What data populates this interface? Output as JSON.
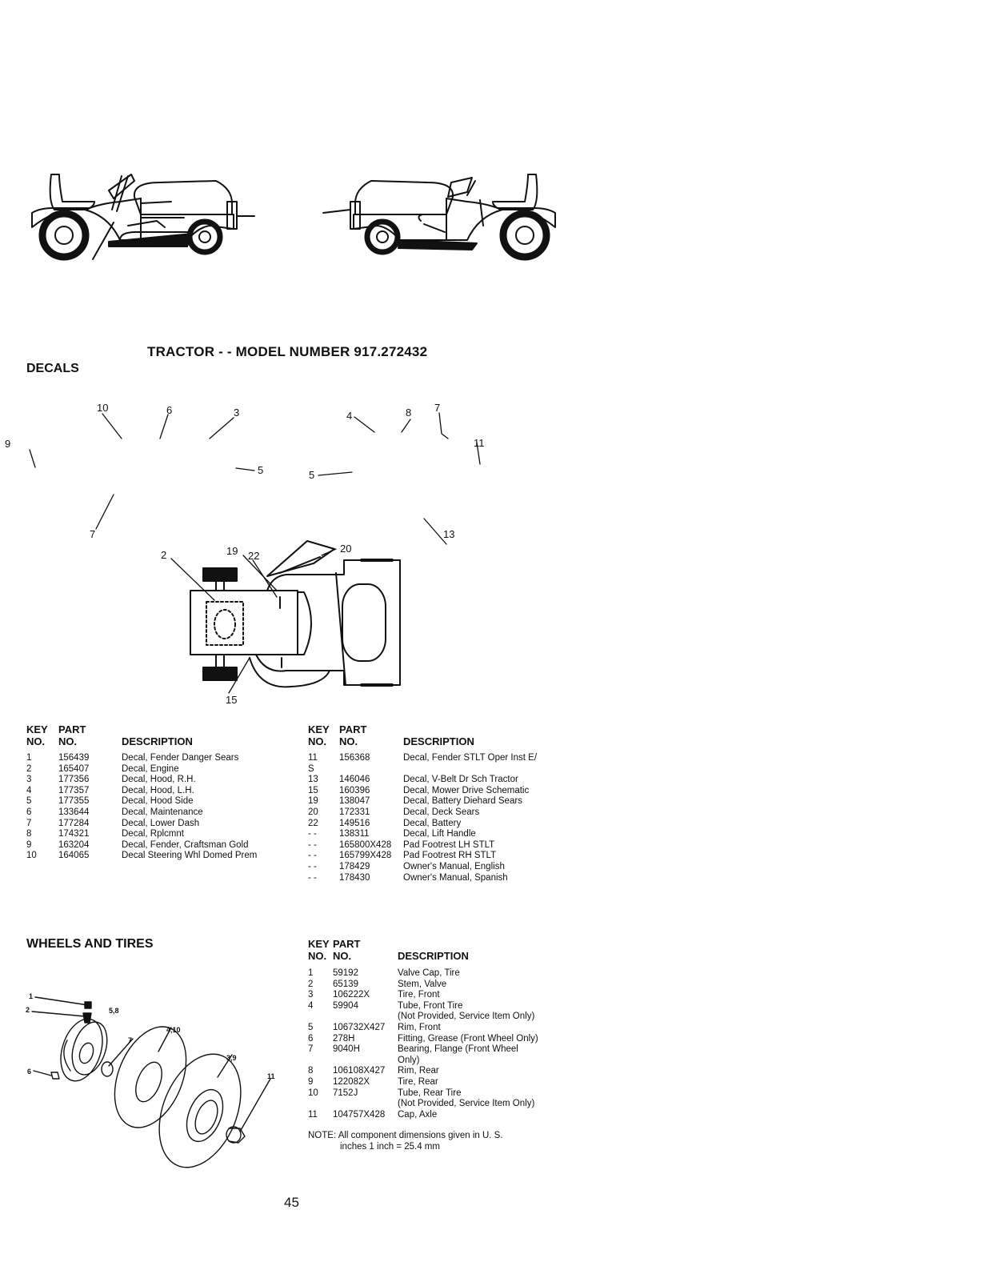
{
  "page": {
    "title": "TRACTOR - - MODEL NUMBER 917.272432",
    "page_number": "45"
  },
  "decals": {
    "section_title": "DECALS",
    "callouts": {
      "c10": "10",
      "c6": "6",
      "c3": "3",
      "c9": "9",
      "c5a": "5",
      "c7a": "7",
      "c4": "4",
      "c8": "8",
      "c7b": "7",
      "c11": "11",
      "c5b": "5",
      "c13": "13",
      "c19": "19",
      "c22": "22",
      "c20": "20",
      "c2": "2",
      "c15": "15"
    },
    "left_table": {
      "header": {
        "key_top": "KEY",
        "part_top": "PART",
        "key": "NO.",
        "part": "NO.",
        "desc": "DESCRIPTION"
      },
      "rows": [
        {
          "key": "1",
          "part": "156439",
          "desc": "Decal, Fender Danger Sears"
        },
        {
          "key": "2",
          "part": "165407",
          "desc": "Decal, Engine"
        },
        {
          "key": "3",
          "part": "177356",
          "desc": "Decal, Hood, R.H."
        },
        {
          "key": "4",
          "part": "177357",
          "desc": "Decal, Hood, L.H."
        },
        {
          "key": "5",
          "part": "177355",
          "desc": "Decal, Hood Side"
        },
        {
          "key": "6",
          "part": "133644",
          "desc": "Decal, Maintenance"
        },
        {
          "key": "7",
          "part": "177284",
          "desc": "Decal, Lower Dash"
        },
        {
          "key": "8",
          "part": "174321",
          "desc": "Decal, Rplcmnt"
        },
        {
          "key": "9",
          "part": "163204",
          "desc": "Decal, Fender, Craftsman Gold"
        },
        {
          "key": "10",
          "part": "164065",
          "desc": "Decal Steering Whl Domed Prem"
        }
      ]
    },
    "right_table": {
      "header": {
        "key_top": "KEY",
        "part_top": "PART",
        "key": "NO.",
        "part": "NO.",
        "desc": "DESCRIPTION"
      },
      "rows": [
        {
          "key": "11",
          "part": "156368",
          "desc": "Decal, Fender STLT Oper Inst E/"
        },
        {
          "key": "S",
          "part": "",
          "desc": ""
        },
        {
          "key": "13",
          "part": "146046",
          "desc": "Decal, V-Belt Dr Sch Tractor"
        },
        {
          "key": "15",
          "part": "160396",
          "desc": "Decal, Mower Drive Schematic"
        },
        {
          "key": "19",
          "part": "138047",
          "desc": "Decal, Battery Diehard Sears"
        },
        {
          "key": "20",
          "part": "172331",
          "desc": "Decal, Deck Sears"
        },
        {
          "key": "22",
          "part": "149516",
          "desc": "Decal, Battery"
        },
        {
          "key": "- -",
          "part": "138311",
          "desc": "Decal, Lift Handle"
        },
        {
          "key": "- -",
          "part": "165800X428",
          "desc": "Pad Footrest LH STLT"
        },
        {
          "key": "- -",
          "part": "165799X428",
          "desc": "Pad Footrest RH STLT"
        },
        {
          "key": "- -",
          "part": "178429",
          "desc": "Owner's Manual, English"
        },
        {
          "key": "- -",
          "part": "178430",
          "desc": "Owner's Manual, Spanish"
        }
      ]
    }
  },
  "wheels": {
    "section_title": "WHEELS AND TIRES",
    "callouts": {
      "c1": "1",
      "c2": "2",
      "c58": "5,8",
      "c410": "4,10",
      "c7": "7",
      "c39": "3,9",
      "c6": "6",
      "c11": "11"
    },
    "table": {
      "header": {
        "key_top": "KEY",
        "part_top": "PART",
        "key": "NO.",
        "part": "NO.",
        "desc": "DESCRIPTION"
      },
      "rows": [
        {
          "key": "1",
          "part": "59192",
          "desc": "Valve Cap, Tire"
        },
        {
          "key": "2",
          "part": "65139",
          "desc": "Stem, Valve"
        },
        {
          "key": "3",
          "part": "106222X",
          "desc": "Tire, Front"
        },
        {
          "key": "4",
          "part": "59904",
          "desc": "Tube, Front Tire"
        },
        {
          "key": "",
          "part": "",
          "desc": "(Not Provided, Service Item Only)"
        },
        {
          "key": "5",
          "part": "106732X427",
          "desc": "Rim, Front"
        },
        {
          "key": "6",
          "part": "278H",
          "desc": "Fitting, Grease (Front Wheel Only)"
        },
        {
          "key": "7",
          "part": "9040H",
          "desc": "Bearing, Flange (Front Wheel"
        },
        {
          "key": "",
          "part": "",
          "desc": "Only)"
        },
        {
          "key": "8",
          "part": "106108X427",
          "desc": "Rim, Rear"
        },
        {
          "key": "9",
          "part": "122082X",
          "desc": "Tire, Rear"
        },
        {
          "key": "10",
          "part": "7152J",
          "desc": "Tube, Rear Tire"
        },
        {
          "key": "",
          "part": "",
          "desc": "(Not Provided, Service Item Only)"
        },
        {
          "key": "11",
          "part": "104757X428",
          "desc": "Cap, Axle"
        }
      ]
    },
    "note_label": "NOTE:",
    "note_line1": "All component dimensions given in U. S.",
    "note_line2": "inches 1 inch = 25.4 mm"
  }
}
